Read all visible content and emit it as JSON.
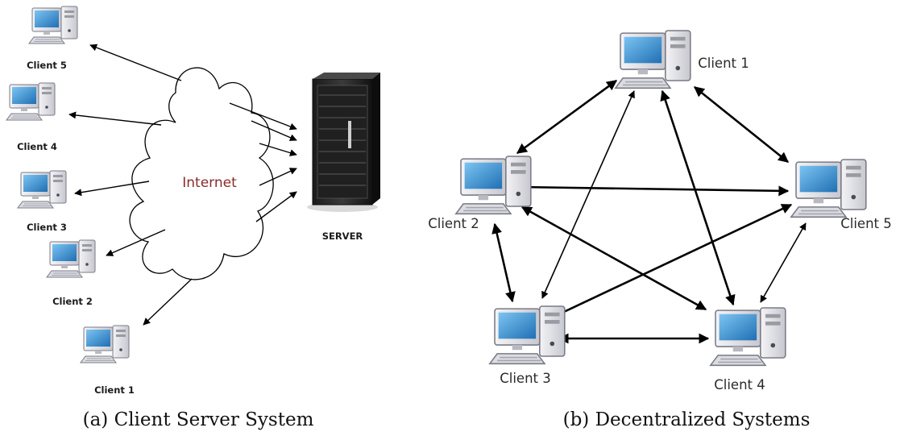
{
  "left": {
    "caption": "(a) Client Server System",
    "cloud_label": "Internet",
    "server_label": "SERVER",
    "clients": [
      "Client 5",
      "Client 4",
      "Client 3",
      "Client 2",
      "Client 1"
    ]
  },
  "right": {
    "caption": "(b) Decentralized Systems",
    "clients": [
      "Client 1",
      "Client 2",
      "Client 3",
      "Client 4",
      "Client 5"
    ]
  },
  "colors": {
    "stroke": "#000000",
    "screen": "#2f86c7",
    "cloud_text": "#8b2a2a",
    "computer_body": "#e9e9ee"
  },
  "icons": {
    "computer": "desktop-computer-icon",
    "server": "server-rack-icon",
    "cloud": "cloud-icon"
  }
}
